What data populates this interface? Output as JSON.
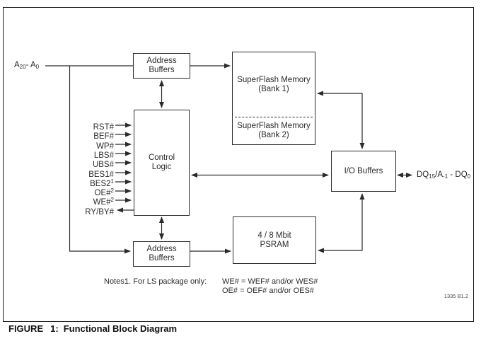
{
  "page": {
    "background": "#ffffff",
    "ink": "#2b2b2b"
  },
  "caption": {
    "prefix": "FIGURE",
    "number": "1:",
    "title": "Functional Block Diagram"
  },
  "doc_code": "1335 B1.2",
  "address_bus": {
    "p1": "A",
    "s1": "20",
    "sep": "- ",
    "p2": "A",
    "s2": "0"
  },
  "dq_bus": {
    "p1": "DQ",
    "s1": "15",
    "p2": "/A",
    "s2": "-1",
    "sep": " - ",
    "p3": "DQ",
    "s3": "0"
  },
  "blocks": {
    "address_buffers_top": "Address Buffers",
    "superflash_bank1_name": "SuperFlash Memory",
    "superflash_bank1_sub": "(Bank 1)",
    "superflash_bank2_name": "SuperFlash Memory",
    "superflash_bank2_sub": "(Bank 2)",
    "control_line1": "Control",
    "control_line2": "Logic",
    "io_buffers": "I/O Buffers",
    "address_buffers_bottom": "Address Buffers",
    "psram_line1": "4 / 8 Mbit",
    "psram_line2": "PSRAM"
  },
  "signals": [
    {
      "base": "RST#",
      "sup": ""
    },
    {
      "base": "BEF#",
      "sup": ""
    },
    {
      "base": "WP#",
      "sup": ""
    },
    {
      "base": "LBS#",
      "sup": ""
    },
    {
      "base": "UBS#",
      "sup": ""
    },
    {
      "base": "BES1#",
      "sup": ""
    },
    {
      "base": "BES2",
      "sup": "1"
    },
    {
      "base": "OE#",
      "sup": "2"
    },
    {
      "base": "WE#",
      "sup": "2"
    },
    {
      "base": "RY/BY#",
      "sup": ""
    }
  ],
  "notes": {
    "label": "Notes:",
    "item_no": "1.",
    "item_text": "For LS package only:",
    "eq1": "WE# = WEF# and/or WES#",
    "eq2": "OE# = OEF# and/or OES#"
  }
}
